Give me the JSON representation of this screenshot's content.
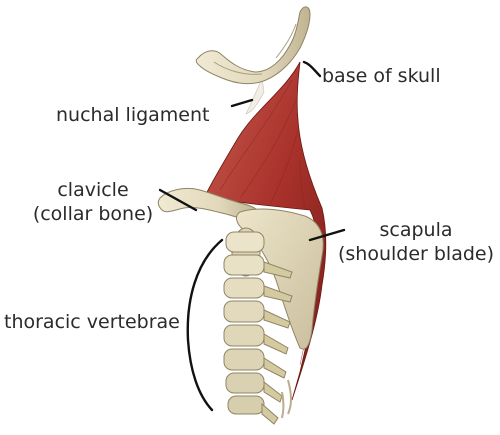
{
  "labels": {
    "base_of_skull": "base of skull",
    "nuchal_ligament": "nuchal ligament",
    "clavicle_line1": "clavicle",
    "clavicle_line2": "(collar bone)",
    "scapula_line1": "scapula",
    "scapula_line2": "(shoulder blade)",
    "thoracic_vertebrae": "thoracic vertebrae"
  },
  "colors": {
    "bone": "#e8e0c6",
    "bone_shadow": "#b9ad8c",
    "muscle": "#a8312b",
    "muscle_light": "#c65a4e",
    "muscle_dark": "#7a1d18",
    "ligament": "#f2eee6",
    "leader_line": "#111111",
    "text": "#2b2b2b"
  }
}
